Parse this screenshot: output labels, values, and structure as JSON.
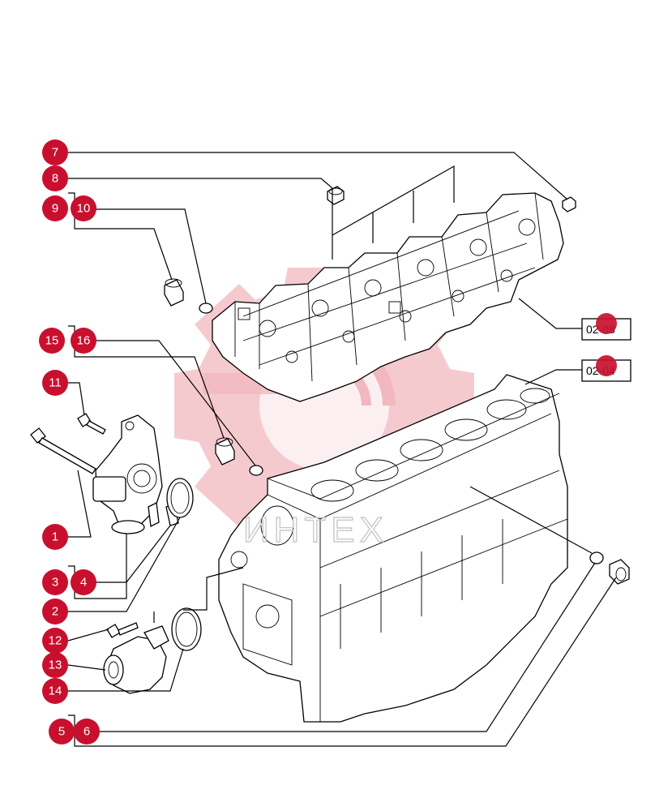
{
  "callouts": [
    {
      "id": "c7",
      "label": "7"
    },
    {
      "id": "c8",
      "label": "8"
    },
    {
      "id": "c9",
      "label": "9"
    },
    {
      "id": "c10",
      "label": "10"
    },
    {
      "id": "c15",
      "label": "15"
    },
    {
      "id": "c16",
      "label": "16"
    },
    {
      "id": "c11",
      "label": "11"
    },
    {
      "id": "c1",
      "label": "1"
    },
    {
      "id": "c3",
      "label": "3"
    },
    {
      "id": "c4",
      "label": "4"
    },
    {
      "id": "c2",
      "label": "2"
    },
    {
      "id": "c12",
      "label": "12"
    },
    {
      "id": "c13",
      "label": "13"
    },
    {
      "id": "c14",
      "label": "14"
    },
    {
      "id": "c5",
      "label": "5"
    },
    {
      "id": "c6",
      "label": "6"
    }
  ],
  "references": [
    {
      "id": "ref-head",
      "label": "02-08"
    },
    {
      "id": "ref-block",
      "label": "02-04"
    }
  ],
  "watermark": {
    "text": "ИНТЕХ"
  },
  "colors": {
    "callout": "#c8102e",
    "watermark": "#f2b8bf",
    "line": "#000000"
  }
}
